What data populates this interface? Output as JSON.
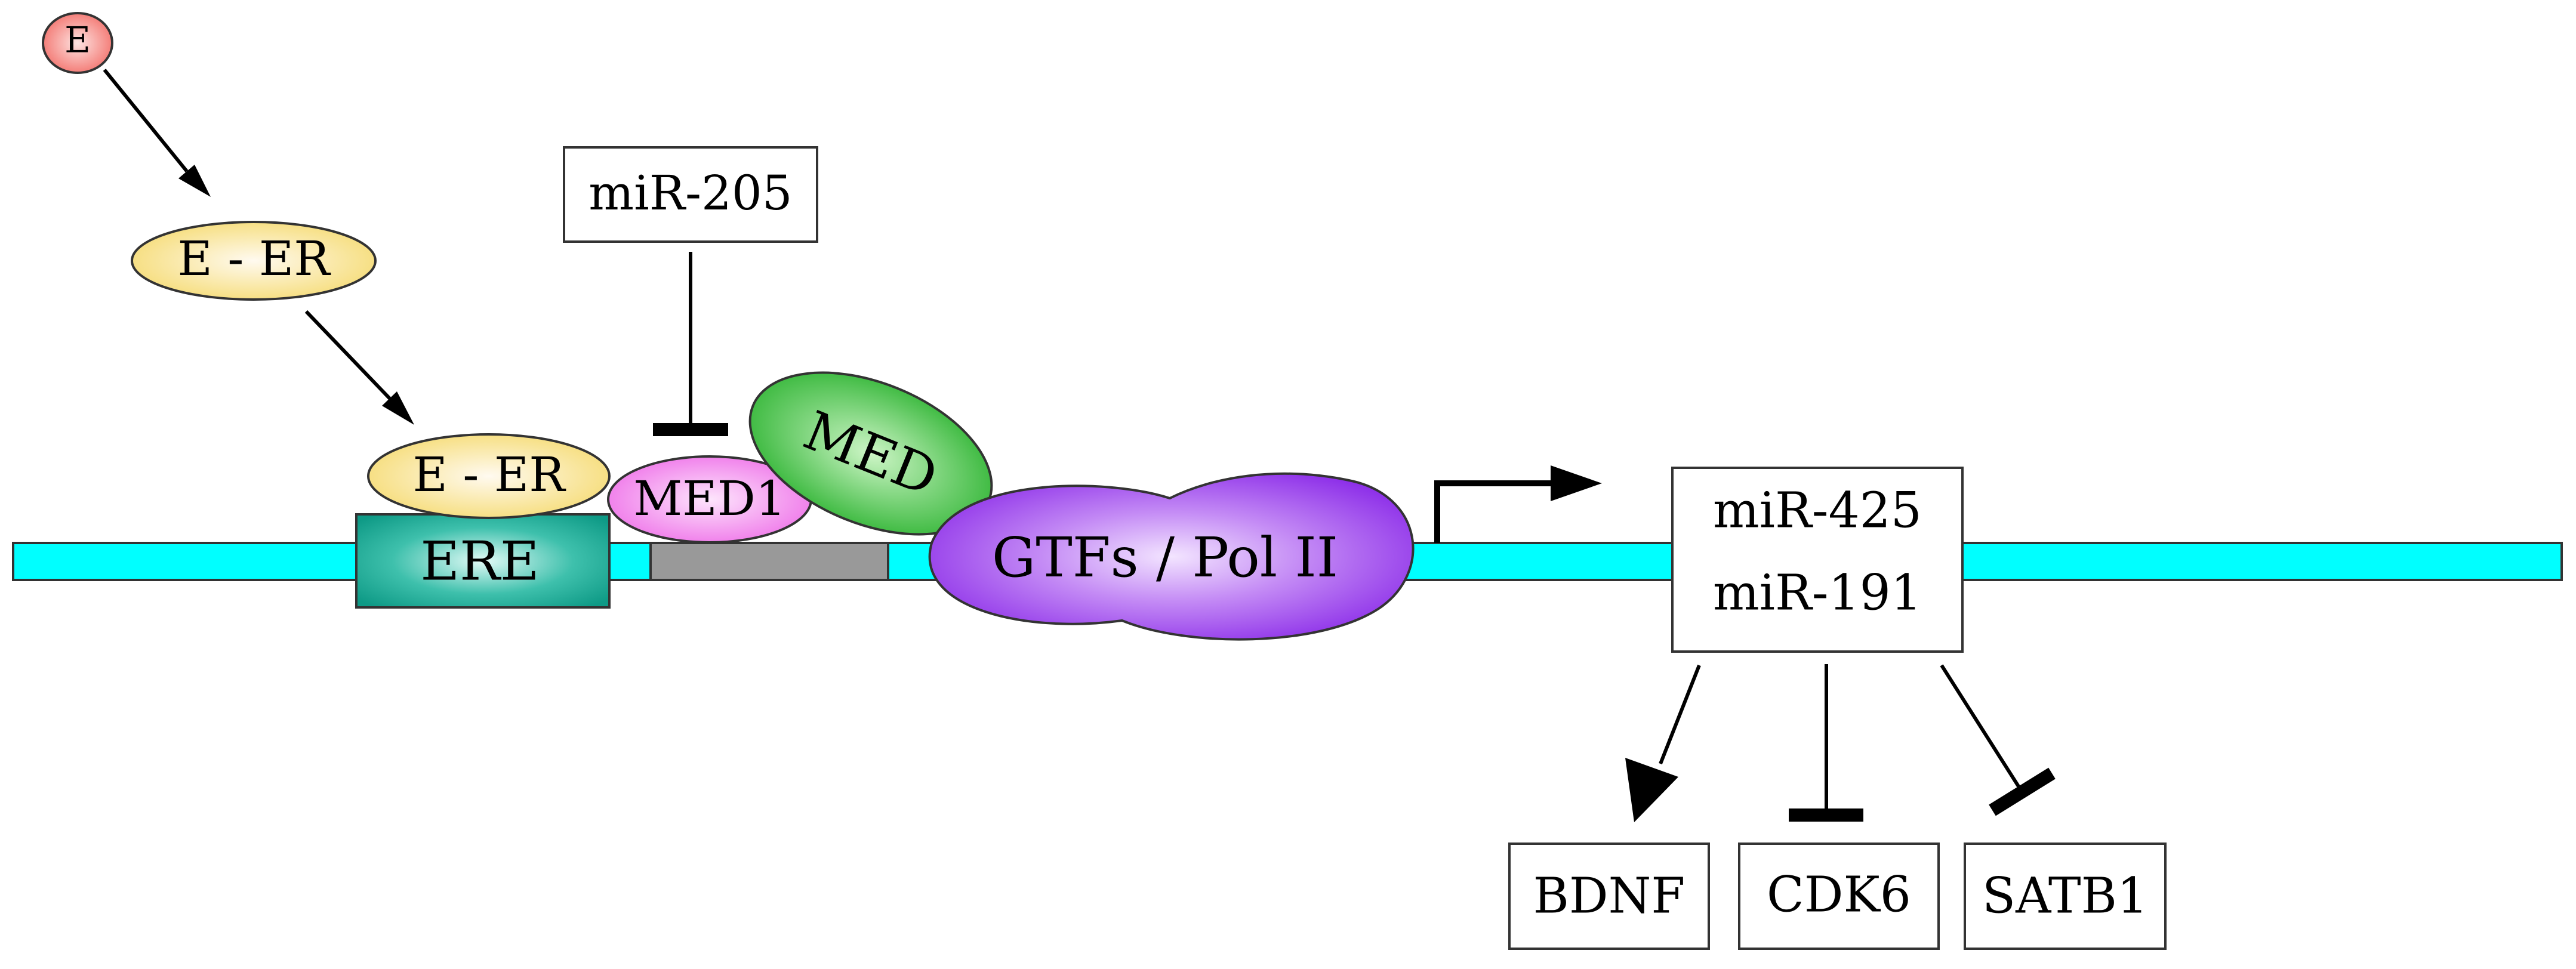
{
  "nodes": {
    "estrogen": "E",
    "e_er_free": "E - ER",
    "e_er_bound": "E - ER",
    "ere": "ERE",
    "med1": "MED1",
    "med": "MED",
    "gtfs_pol2": "GTFs / Pol II",
    "mir205": "miR-205",
    "mir425": "miR-425",
    "mir191": "miR-191",
    "bdnf": "BDNF",
    "cdk6": "CDK6",
    "satb1": "SATB1"
  },
  "colors": {
    "dna_strand": "#00ffff",
    "ere_box": "#0e9a86",
    "spacer_box": "#999999",
    "e_er_fill": "#f5da6e",
    "med1_fill": "#ee6ee8",
    "med_fill": "#25b02a",
    "pol2_fill": "#8a2ae8",
    "estrogen_fill": "#f26a64"
  },
  "relations": [
    {
      "from": "E",
      "to": "E - ER",
      "type": "activation"
    },
    {
      "from": "E - ER",
      "to": "E - ER (bound)",
      "type": "activation"
    },
    {
      "from": "miR-205",
      "to": "MED1",
      "type": "inhibition"
    },
    {
      "from": "GTFs / Pol II",
      "to": "miR-425 / miR-191",
      "type": "transcription"
    },
    {
      "from": "miR-425 / miR-191",
      "to": "BDNF",
      "type": "activation"
    },
    {
      "from": "miR-425 / miR-191",
      "to": "CDK6",
      "type": "inhibition"
    },
    {
      "from": "miR-425 / miR-191",
      "to": "SATB1",
      "type": "inhibition"
    }
  ]
}
